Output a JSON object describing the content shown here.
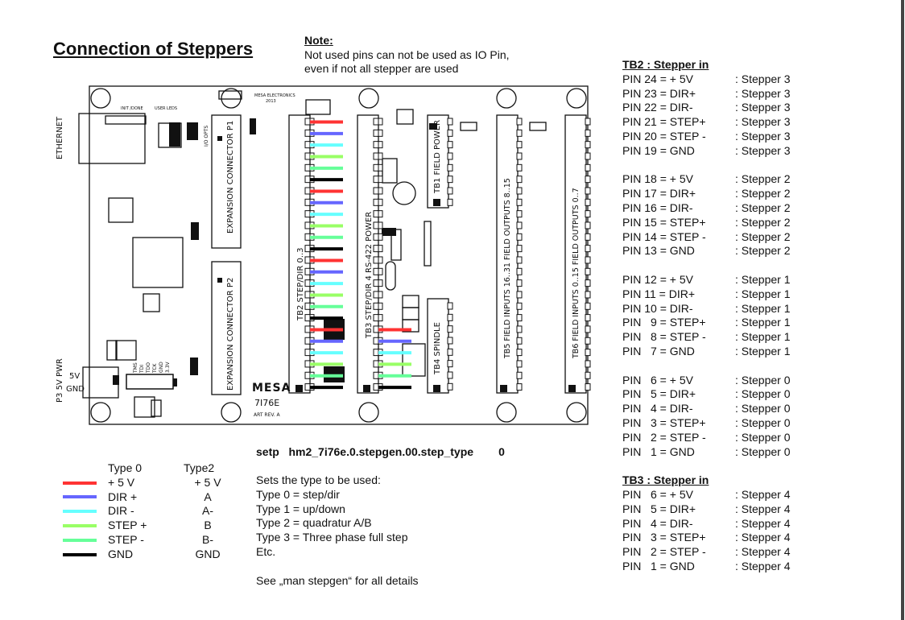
{
  "title": "Connection of Steppers",
  "note": {
    "heading": "Note:",
    "lines": [
      "Not used pins can not be used as IO Pin,",
      "even if not all stepper are used"
    ]
  },
  "board": {
    "labels": {
      "ethernet": "ETHERNET",
      "power_conn": "P3 5V PWR",
      "v5": "5V",
      "gnd": "GND",
      "maker": "MESA ELECTRONICS",
      "year": "2013",
      "exp_p1": "EXPANSION CONNECTOR P1",
      "exp_p2": "EXPANSION CONNECTOR P2",
      "tb2": "TB2 STEP/DIR 0..3",
      "tb3": "TB3 STEP/DIR 4 RS-422 POWER",
      "tb1": "TB1 FIELD POWER",
      "tb4": "TB4 SPINDLE",
      "tb5": "TB5 FIELD INPUTS 16..31 FIELD OUTPUTS 8..15",
      "tb6": "TB6 FIELD INPUTS 0..15 FIELD OUTPUTS 0..7",
      "io_opts": "I/O OPTS",
      "user_leds": "USER LEDS",
      "init_done": "INIT /DONE",
      "logo": "MESA",
      "model": "7I76E",
      "rev": "ART REV. A",
      "jtag": [
        "TMS",
        "TDI",
        "TDO",
        "TCK",
        "GND",
        "3.3V"
      ]
    },
    "tb2_wire_colors": [
      "#ff3333",
      "#6666ff",
      "#66ffff",
      "#99ff66",
      "#66ff99",
      "#000000",
      "#ff3333",
      "#6666ff",
      "#66ffff",
      "#99ff66",
      "#66ff99",
      "#000000",
      "#ff3333",
      "#6666ff",
      "#66ffff",
      "#99ff66",
      "#66ff99",
      "#000000",
      "#ff3333",
      "#6666ff",
      "#66ffff",
      "#99ff66",
      "#66ff99",
      "#000000"
    ],
    "tb3_wire_colors": [
      "#ff3333",
      "#6666ff",
      "#66ffff",
      "#99ff66",
      "#66ff99",
      "#000000"
    ]
  },
  "legend": {
    "col_a": "Type 0",
    "col_b": "Type2",
    "rows": [
      {
        "color": "#ff3333",
        "a": "+ 5 V",
        "b": "+ 5 V"
      },
      {
        "color": "#6666ff",
        "a": "DIR +",
        "b": "A"
      },
      {
        "color": "#66ffff",
        "a": "DIR -",
        "b": "A-"
      },
      {
        "color": "#99ff66",
        "a": "STEP +",
        "b": "B"
      },
      {
        "color": "#66ff99",
        "a": "STEP -",
        "b": "B-"
      },
      {
        "color": "#000000",
        "a": "GND",
        "b": "GND"
      }
    ]
  },
  "setp": {
    "cmd": "setp",
    "param": "hm2_7i76e.0.stepgen.00.step_type",
    "value": "0"
  },
  "desc": {
    "lines": [
      "Sets the type to be used:",
      "Type 0 = step/dir",
      "Type 1 = up/down",
      "Type 2 = quadratur A/B",
      "Type 3 = Three phase full step",
      "Etc."
    ],
    "footer": "See „man stepgen“ for all details"
  },
  "tb2": {
    "heading": "TB2 : Stepper in",
    "groups": [
      [
        [
          "PIN 24 = + 5V",
          ": Stepper 3"
        ],
        [
          "PIN 23 = DIR+",
          ": Stepper 3"
        ],
        [
          "PIN 22 = DIR-",
          ": Stepper 3"
        ],
        [
          "PIN 21 = STEP+",
          ": Stepper 3"
        ],
        [
          "PIN 20 = STEP -",
          ": Stepper 3"
        ],
        [
          "PIN 19 = GND",
          ": Stepper 3"
        ]
      ],
      [
        [
          "PIN 18 = + 5V",
          ": Stepper 2"
        ],
        [
          "PIN 17 = DIR+",
          ": Stepper 2"
        ],
        [
          "PIN 16 = DIR-",
          ": Stepper 2"
        ],
        [
          "PIN 15 = STEP+",
          ": Stepper 2"
        ],
        [
          "PIN 14 = STEP -",
          ": Stepper 2"
        ],
        [
          "PIN 13 = GND",
          ": Stepper 2"
        ]
      ],
      [
        [
          "PIN 12 = + 5V",
          ": Stepper 1"
        ],
        [
          "PIN 11 = DIR+",
          ": Stepper 1"
        ],
        [
          "PIN 10 = DIR-",
          ": Stepper 1"
        ],
        [
          "PIN   9 = STEP+",
          ": Stepper 1"
        ],
        [
          "PIN   8 = STEP -",
          ": Stepper 1"
        ],
        [
          "PIN   7 = GND",
          ": Stepper 1"
        ]
      ],
      [
        [
          "PIN   6 = + 5V",
          ": Stepper 0"
        ],
        [
          "PIN   5 = DIR+",
          ": Stepper 0"
        ],
        [
          "PIN   4 = DIR-",
          ": Stepper 0"
        ],
        [
          "PIN   3 = STEP+",
          ": Stepper 0"
        ],
        [
          "PIN   2 = STEP -",
          ": Stepper 0"
        ],
        [
          "PIN   1 = GND",
          ": Stepper 0"
        ]
      ]
    ]
  },
  "tb3": {
    "heading": "TB3 : Stepper in",
    "rows": [
      [
        "PIN   6 = + 5V",
        ": Stepper 4"
      ],
      [
        "PIN   5 = DIR+",
        ": Stepper 4"
      ],
      [
        "PIN   4 = DIR-",
        ": Stepper 4"
      ],
      [
        "PIN   3 = STEP+",
        ": Stepper 4"
      ],
      [
        "PIN   2 = STEP -",
        ": Stepper 4"
      ],
      [
        "PIN   1 = GND",
        ": Stepper 4"
      ]
    ]
  }
}
